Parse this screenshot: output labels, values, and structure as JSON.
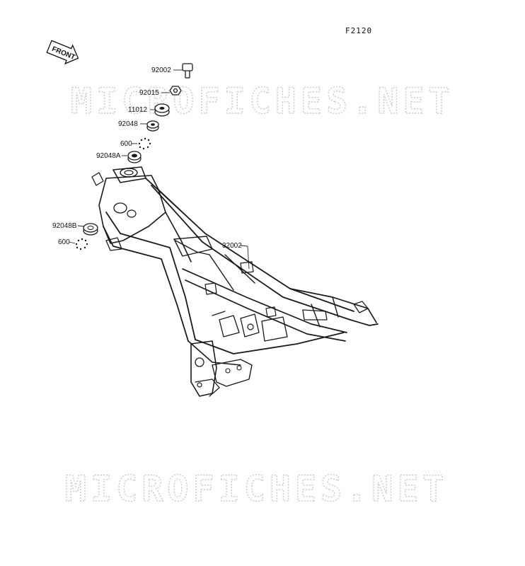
{
  "figure_code": "F2120",
  "front_arrow_label": "FRONT",
  "watermark": "MICROFICHES.NET",
  "parts": [
    {
      "id": "p1",
      "number": "92002"
    },
    {
      "id": "p2",
      "number": "92015"
    },
    {
      "id": "p3",
      "number": "11012"
    },
    {
      "id": "p4",
      "number": "92048"
    },
    {
      "id": "p5",
      "number": "600"
    },
    {
      "id": "p6",
      "number": "92048A"
    },
    {
      "id": "p7",
      "number": "92048B"
    },
    {
      "id": "p8",
      "number": "600"
    },
    {
      "id": "p9",
      "number": "32002"
    }
  ]
}
